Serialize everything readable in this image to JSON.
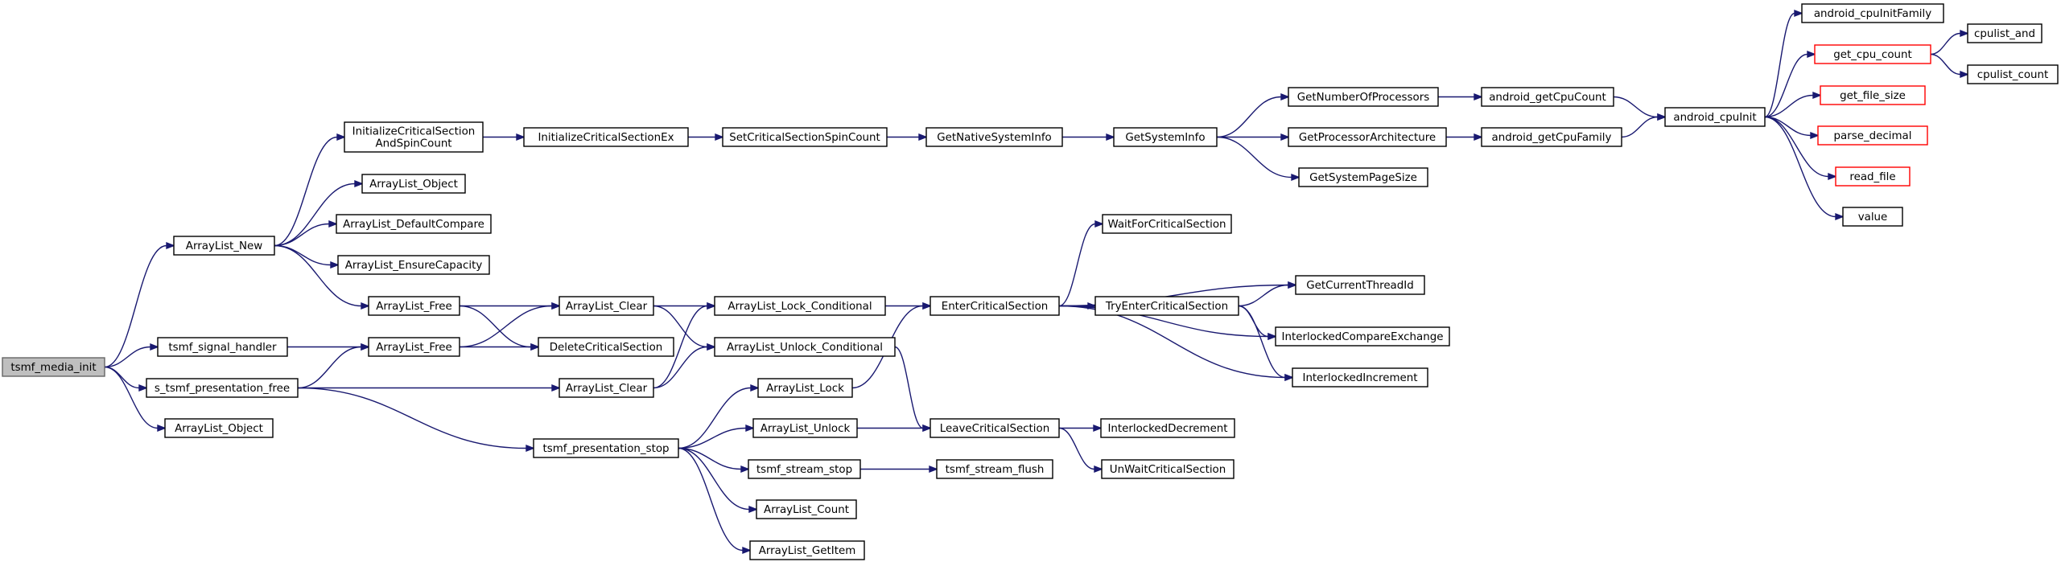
{
  "colors": {
    "edge": "#191970",
    "root_fill": "#bfbfbf",
    "truncated_border": "#ff0000",
    "node_border": "#000000"
  },
  "nodes": [
    {
      "id": "tsmf_media_init",
      "lines": [
        "tsmf_media_init"
      ],
      "root": true
    },
    {
      "id": "ArrayList_New",
      "lines": [
        "ArrayList_New"
      ]
    },
    {
      "id": "tsmf_signal_handler",
      "lines": [
        "tsmf_signal_handler"
      ]
    },
    {
      "id": "s_tsmf_presentation_free",
      "lines": [
        "s_tsmf_presentation_free"
      ]
    },
    {
      "id": "ArrayList_Object_a",
      "lines": [
        "ArrayList_Object"
      ]
    },
    {
      "id": "InitializeCriticalSectionAndSpinCount",
      "lines": [
        "InitializeCriticalSection",
        "AndSpinCount"
      ]
    },
    {
      "id": "ArrayList_Object_b",
      "lines": [
        "ArrayList_Object"
      ]
    },
    {
      "id": "ArrayList_DefaultCompare",
      "lines": [
        "ArrayList_DefaultCompare"
      ]
    },
    {
      "id": "ArrayList_EnsureCapacity",
      "lines": [
        "ArrayList_EnsureCapacity"
      ]
    },
    {
      "id": "ArrayList_Free_a",
      "lines": [
        "ArrayList_Free"
      ]
    },
    {
      "id": "ArrayList_Free_b",
      "lines": [
        "ArrayList_Free"
      ]
    },
    {
      "id": "tsmf_presentation_stop",
      "lines": [
        "tsmf_presentation_stop"
      ]
    },
    {
      "id": "InitializeCriticalSectionEx",
      "lines": [
        "InitializeCriticalSectionEx"
      ]
    },
    {
      "id": "ArrayList_Clear_a",
      "lines": [
        "ArrayList_Clear"
      ]
    },
    {
      "id": "DeleteCriticalSection",
      "lines": [
        "DeleteCriticalSection"
      ]
    },
    {
      "id": "ArrayList_Clear_b",
      "lines": [
        "ArrayList_Clear"
      ]
    },
    {
      "id": "SetCriticalSectionSpinCount",
      "lines": [
        "SetCriticalSectionSpinCount"
      ]
    },
    {
      "id": "ArrayList_Lock_Conditional",
      "lines": [
        "ArrayList_Lock_Conditional"
      ]
    },
    {
      "id": "ArrayList_Unlock_Conditional",
      "lines": [
        "ArrayList_Unlock_Conditional"
      ]
    },
    {
      "id": "ArrayList_Lock",
      "lines": [
        "ArrayList_Lock"
      ]
    },
    {
      "id": "ArrayList_Unlock",
      "lines": [
        "ArrayList_Unlock"
      ]
    },
    {
      "id": "tsmf_stream_stop",
      "lines": [
        "tsmf_stream_stop"
      ]
    },
    {
      "id": "ArrayList_Count",
      "lines": [
        "ArrayList_Count"
      ]
    },
    {
      "id": "ArrayList_GetItem",
      "lines": [
        "ArrayList_GetItem"
      ]
    },
    {
      "id": "GetNativeSystemInfo",
      "lines": [
        "GetNativeSystemInfo"
      ]
    },
    {
      "id": "EnterCriticalSection",
      "lines": [
        "EnterCriticalSection"
      ]
    },
    {
      "id": "LeaveCriticalSection",
      "lines": [
        "LeaveCriticalSection"
      ]
    },
    {
      "id": "tsmf_stream_flush",
      "lines": [
        "tsmf_stream_flush"
      ]
    },
    {
      "id": "GetSystemInfo",
      "lines": [
        "GetSystemInfo"
      ]
    },
    {
      "id": "WaitForCriticalSection",
      "lines": [
        "WaitForCriticalSection"
      ]
    },
    {
      "id": "TryEnterCriticalSection",
      "lines": [
        "TryEnterCriticalSection"
      ]
    },
    {
      "id": "InterlockedDecrement",
      "lines": [
        "InterlockedDecrement"
      ]
    },
    {
      "id": "UnWaitCriticalSection",
      "lines": [
        "UnWaitCriticalSection"
      ]
    },
    {
      "id": "GetNumberOfProcessors",
      "lines": [
        "GetNumberOfProcessors"
      ]
    },
    {
      "id": "GetProcessorArchitecture",
      "lines": [
        "GetProcessorArchitecture"
      ]
    },
    {
      "id": "GetSystemPageSize",
      "lines": [
        "GetSystemPageSize"
      ]
    },
    {
      "id": "GetCurrentThreadId",
      "lines": [
        "GetCurrentThreadId"
      ]
    },
    {
      "id": "InterlockedCompareExchange",
      "lines": [
        "InterlockedCompareExchange"
      ]
    },
    {
      "id": "InterlockedIncrement",
      "lines": [
        "InterlockedIncrement"
      ]
    },
    {
      "id": "android_getCpuCount",
      "lines": [
        "android_getCpuCount"
      ]
    },
    {
      "id": "android_getCpuFamily",
      "lines": [
        "android_getCpuFamily"
      ]
    },
    {
      "id": "android_cpuInit",
      "lines": [
        "android_cpuInit"
      ]
    },
    {
      "id": "android_cpuInitFamily",
      "lines": [
        "android_cpuInitFamily"
      ]
    },
    {
      "id": "get_cpu_count",
      "lines": [
        "get_cpu_count"
      ],
      "truncated": true
    },
    {
      "id": "get_file_size",
      "lines": [
        "get_file_size"
      ],
      "truncated": true
    },
    {
      "id": "parse_decimal",
      "lines": [
        "parse_decimal"
      ],
      "truncated": true
    },
    {
      "id": "read_file",
      "lines": [
        "read_file"
      ],
      "truncated": true
    },
    {
      "id": "value",
      "lines": [
        "value"
      ]
    },
    {
      "id": "cpulist_and",
      "lines": [
        "cpulist_and"
      ]
    },
    {
      "id": "cpulist_count",
      "lines": [
        "cpulist_count"
      ]
    }
  ],
  "edges": [
    [
      "tsmf_media_init",
      "ArrayList_New"
    ],
    [
      "tsmf_media_init",
      "tsmf_signal_handler"
    ],
    [
      "tsmf_media_init",
      "s_tsmf_presentation_free"
    ],
    [
      "tsmf_media_init",
      "ArrayList_Object_a"
    ],
    [
      "ArrayList_New",
      "InitializeCriticalSectionAndSpinCount"
    ],
    [
      "ArrayList_New",
      "ArrayList_Object_b"
    ],
    [
      "ArrayList_New",
      "ArrayList_DefaultCompare"
    ],
    [
      "ArrayList_New",
      "ArrayList_EnsureCapacity"
    ],
    [
      "ArrayList_New",
      "ArrayList_Free_a"
    ],
    [
      "InitializeCriticalSectionAndSpinCount",
      "InitializeCriticalSectionEx"
    ],
    [
      "InitializeCriticalSectionEx",
      "SetCriticalSectionSpinCount"
    ],
    [
      "SetCriticalSectionSpinCount",
      "GetNativeSystemInfo"
    ],
    [
      "GetNativeSystemInfo",
      "GetSystemInfo"
    ],
    [
      "GetSystemInfo",
      "GetNumberOfProcessors"
    ],
    [
      "GetSystemInfo",
      "GetProcessorArchitecture"
    ],
    [
      "GetSystemInfo",
      "GetSystemPageSize"
    ],
    [
      "GetNumberOfProcessors",
      "android_getCpuCount"
    ],
    [
      "GetProcessorArchitecture",
      "android_getCpuFamily"
    ],
    [
      "android_getCpuCount",
      "android_cpuInit"
    ],
    [
      "android_getCpuFamily",
      "android_cpuInit"
    ],
    [
      "android_cpuInit",
      "android_cpuInitFamily"
    ],
    [
      "android_cpuInit",
      "get_cpu_count"
    ],
    [
      "android_cpuInit",
      "get_file_size"
    ],
    [
      "android_cpuInit",
      "parse_decimal"
    ],
    [
      "android_cpuInit",
      "read_file"
    ],
    [
      "android_cpuInit",
      "value"
    ],
    [
      "get_cpu_count",
      "cpulist_and"
    ],
    [
      "get_cpu_count",
      "cpulist_count"
    ],
    [
      "ArrayList_Free_a",
      "ArrayList_Clear_a"
    ],
    [
      "ArrayList_Free_a",
      "DeleteCriticalSection"
    ],
    [
      "tsmf_signal_handler",
      "ArrayList_Free_b"
    ],
    [
      "ArrayList_Free_b",
      "ArrayList_Clear_a"
    ],
    [
      "ArrayList_Free_b",
      "DeleteCriticalSection"
    ],
    [
      "ArrayList_Clear_a",
      "ArrayList_Lock_Conditional"
    ],
    [
      "ArrayList_Clear_a",
      "ArrayList_Unlock_Conditional"
    ],
    [
      "s_tsmf_presentation_free",
      "ArrayList_Free_b"
    ],
    [
      "s_tsmf_presentation_free",
      "ArrayList_Clear_b"
    ],
    [
      "s_tsmf_presentation_free",
      "tsmf_presentation_stop"
    ],
    [
      "ArrayList_Clear_b",
      "ArrayList_Lock_Conditional"
    ],
    [
      "ArrayList_Clear_b",
      "ArrayList_Unlock_Conditional"
    ],
    [
      "ArrayList_Lock_Conditional",
      "EnterCriticalSection"
    ],
    [
      "ArrayList_Unlock_Conditional",
      "LeaveCriticalSection"
    ],
    [
      "EnterCriticalSection",
      "WaitForCriticalSection"
    ],
    [
      "EnterCriticalSection",
      "GetCurrentThreadId"
    ],
    [
      "EnterCriticalSection",
      "TryEnterCriticalSection"
    ],
    [
      "EnterCriticalSection",
      "InterlockedCompareExchange"
    ],
    [
      "EnterCriticalSection",
      "InterlockedIncrement"
    ],
    [
      "TryEnterCriticalSection",
      "GetCurrentThreadId"
    ],
    [
      "TryEnterCriticalSection",
      "InterlockedCompareExchange"
    ],
    [
      "TryEnterCriticalSection",
      "InterlockedIncrement"
    ],
    [
      "tsmf_presentation_stop",
      "ArrayList_Lock"
    ],
    [
      "tsmf_presentation_stop",
      "ArrayList_Unlock"
    ],
    [
      "tsmf_presentation_stop",
      "tsmf_stream_stop"
    ],
    [
      "tsmf_presentation_stop",
      "ArrayList_Count"
    ],
    [
      "tsmf_presentation_stop",
      "ArrayList_GetItem"
    ],
    [
      "ArrayList_Lock",
      "EnterCriticalSection"
    ],
    [
      "ArrayList_Unlock",
      "LeaveCriticalSection"
    ],
    [
      "tsmf_stream_stop",
      "tsmf_stream_flush"
    ],
    [
      "LeaveCriticalSection",
      "InterlockedDecrement"
    ],
    [
      "LeaveCriticalSection",
      "UnWaitCriticalSection"
    ]
  ]
}
